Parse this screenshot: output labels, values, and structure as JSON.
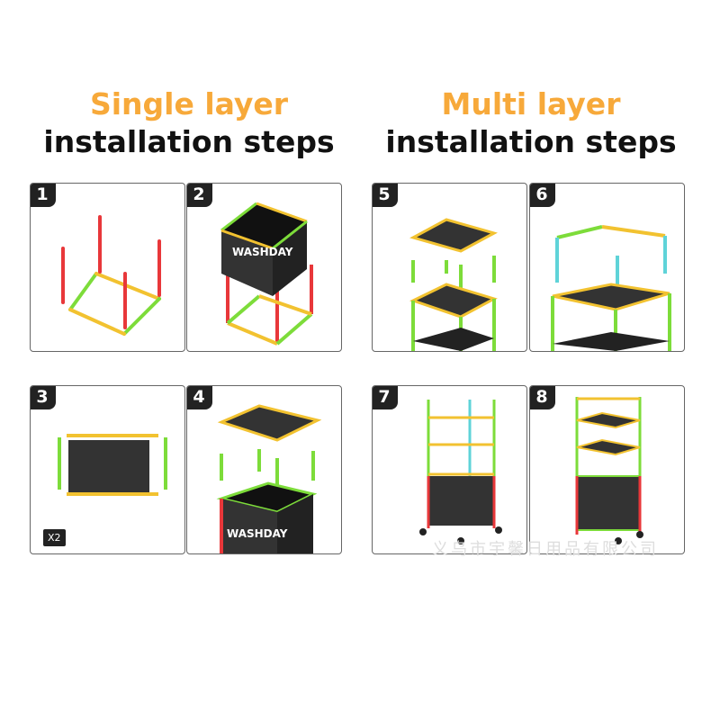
{
  "left": {
    "title_orange": "Single layer",
    "title_black": "installation steps"
  },
  "right": {
    "title_orange": "Multi layer",
    "title_black": "installation steps"
  },
  "steps": [
    {
      "n": "1"
    },
    {
      "n": "2"
    },
    {
      "n": "3",
      "badge": "X2"
    },
    {
      "n": "4"
    },
    {
      "n": "5"
    },
    {
      "n": "6"
    },
    {
      "n": "7"
    },
    {
      "n": "8"
    }
  ],
  "box_label": "WASHDAY",
  "watermark": "义乌市宇馨日用品有限公司",
  "colors": {
    "orange": "#f7a93a",
    "red": "#e8373a",
    "green": "#7ddc3a",
    "yellow": "#f2c230",
    "cyan": "#5fd3d8"
  }
}
